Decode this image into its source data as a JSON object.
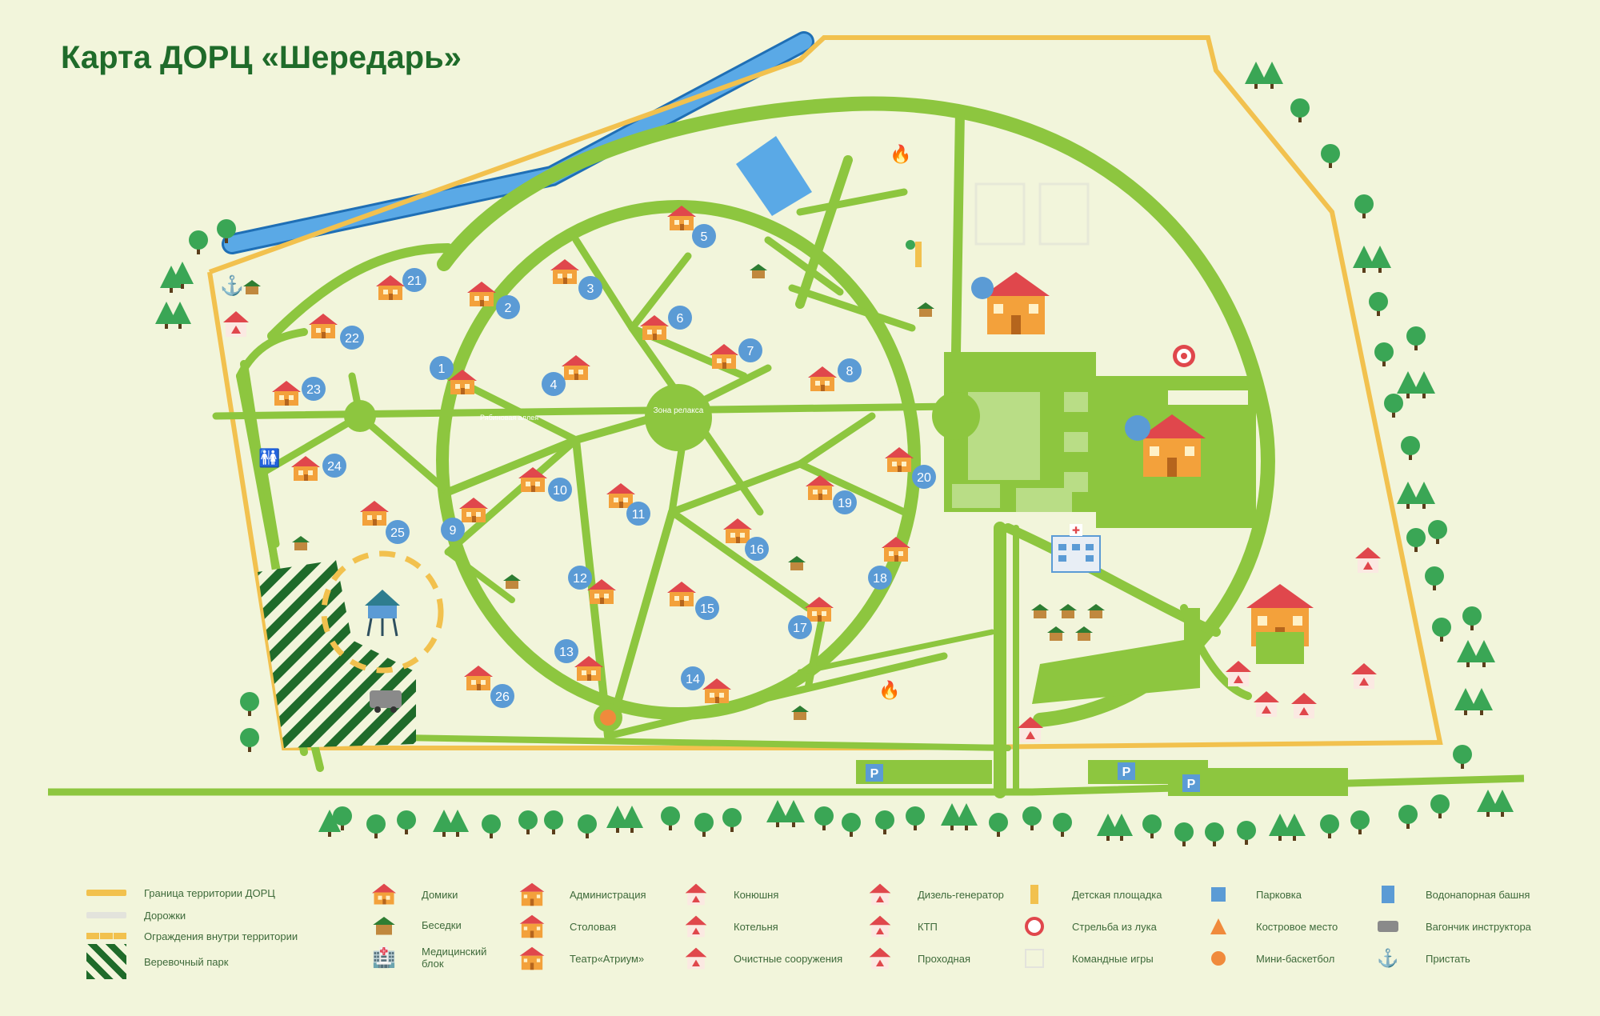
{
  "title": "Карта ДОРЦ «Шередарь»",
  "colors": {
    "background": "#f2f5db",
    "paths": "#8dc63f",
    "boundary": "#f2c14e",
    "water": "#5aa9e6",
    "badge": "#5b9bd5",
    "title": "#1f6b2a"
  },
  "map": {
    "relax_zone_label": "Зона релакса",
    "alley_label": "Рябиновая аллея",
    "houses": [
      "1",
      "2",
      "3",
      "4",
      "5",
      "6",
      "7",
      "8",
      "9",
      "10",
      "11",
      "12",
      "13",
      "14",
      "15",
      "16",
      "17",
      "18",
      "19",
      "20",
      "21",
      "22",
      "23",
      "24",
      "25",
      "26"
    ],
    "parking_label": "P"
  },
  "legend": {
    "boundary": "Граница территории ДОРЦ",
    "paths": "Дорожки",
    "inner_fence": "Ограждения внутри территории",
    "rope_park": "Веревочный парк",
    "houses": "Домики",
    "gazebos": "Беседки",
    "medical": "Медицинский\nблок",
    "administration": "Администрация",
    "canteen": "Столовая",
    "theatre": "Театр«Атриум»",
    "stable": "Конюшня",
    "boiler": "Котельня",
    "treatment": "Очистные сооружения",
    "diesel": "Дизель-генератор",
    "ktp": "КТП",
    "checkpoint": "Проходная",
    "playground": "Детская площадка",
    "archery": "Стрельба из лука",
    "team_games": "Командные игры",
    "parking": "Парковка",
    "campfire": "Костровое место",
    "mini_basketball": "Мини-баскетбол",
    "water_tower": "Водонапорная башня",
    "instructor_wagon": "Вагончик инструктора",
    "pier": "Пристать"
  }
}
